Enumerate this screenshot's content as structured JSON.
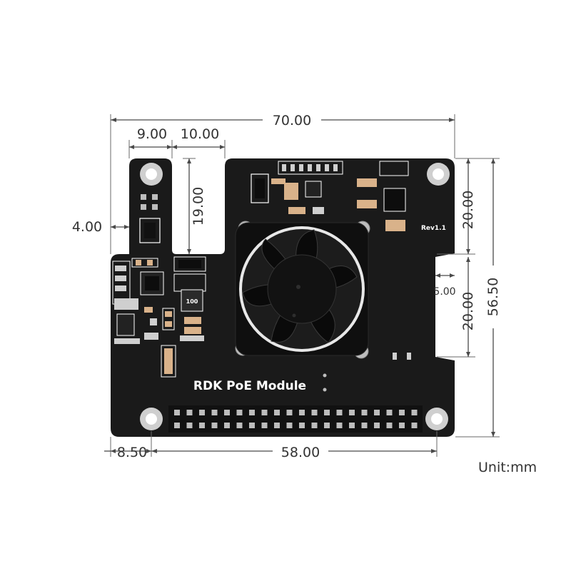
{
  "dimensions": {
    "overall_width": "70.00",
    "tab_width": "9.00",
    "notch_width": "10.00",
    "tab_offset": "4.00",
    "notch_depth": "19.00",
    "right_upper": "20.00",
    "right_lower": "20.00",
    "right_step": "5.00",
    "overall_height": "56.50",
    "left_margin": "8.50",
    "hole_spacing": "58.00"
  },
  "unit": "Unit:mm",
  "board": {
    "label": "RDK PoE Module",
    "revision": "Rev1.1",
    "inductor_mark": "100",
    "color": "#1a1a1a",
    "silkscreen": "#ffffff",
    "pad_color": "#d6d6d6",
    "component_tan": "#d9b28a"
  }
}
